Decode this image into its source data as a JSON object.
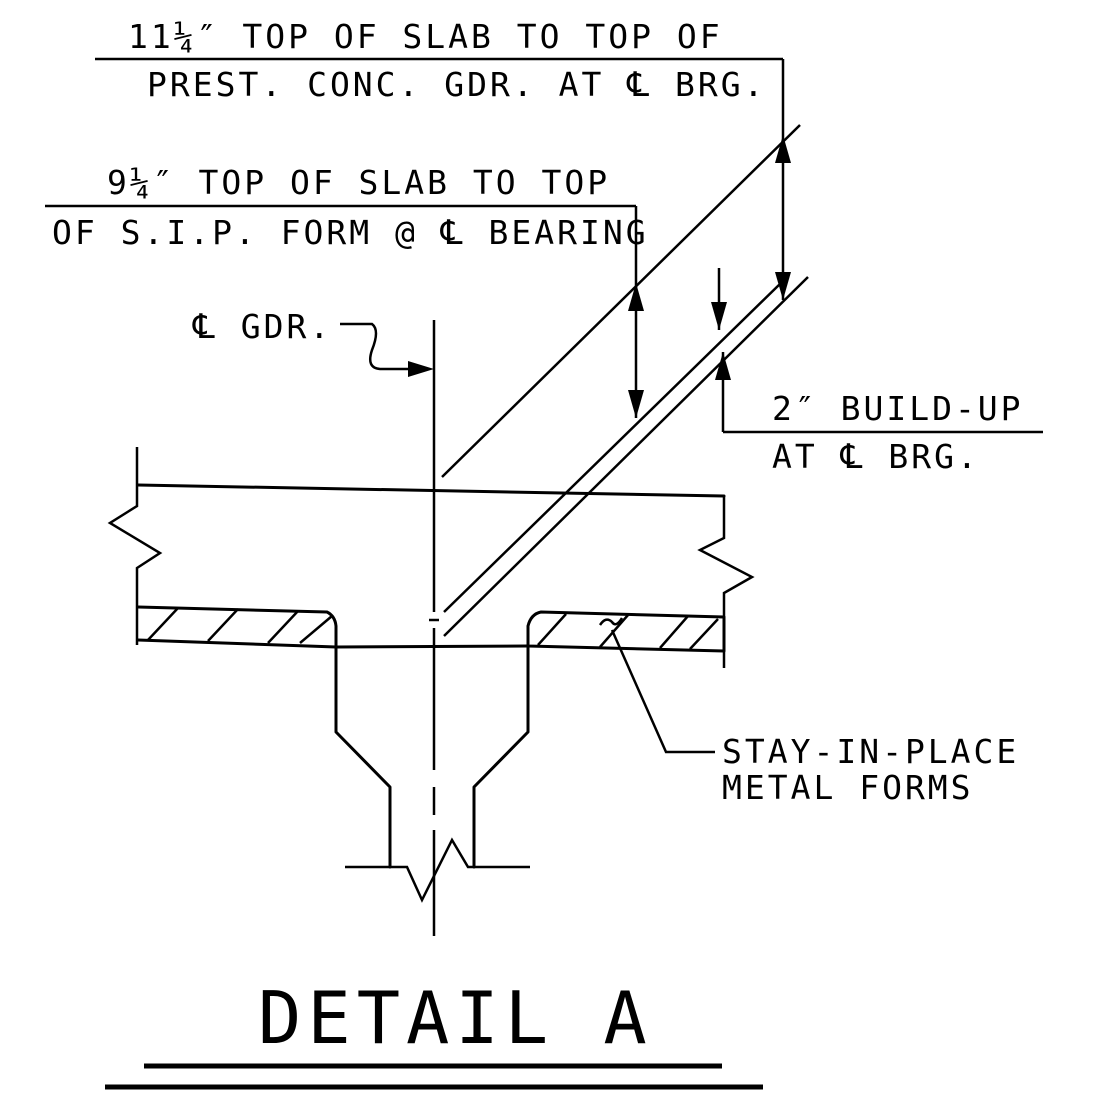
{
  "callouts": {
    "top_to_girder": {
      "line1_fraction": "11¼″",
      "line1_text": "TOP OF SLAB TO TOP OF",
      "line2": "PREST. CONC. GDR. AT",
      "line2_symbol": "℄",
      "line2_end": "BRG."
    },
    "top_to_form": {
      "line1_fraction": "9¼″",
      "line1_text": "TOP OF SLAB TO TOP",
      "line2": "OF S.I.P. FORM @",
      "line2_symbol": "℄",
      "line2_end": "BEARING"
    },
    "girder_cl": {
      "symbol": "℄",
      "text": "GDR."
    },
    "buildup": {
      "line1": "2″ BUILD-UP",
      "line2": "AT",
      "line2_symbol": "℄",
      "line2_end": "BRG."
    },
    "forms": {
      "line1": "STAY-IN-PLACE",
      "line2": "METAL FORMS"
    }
  },
  "title": "DETAIL A"
}
